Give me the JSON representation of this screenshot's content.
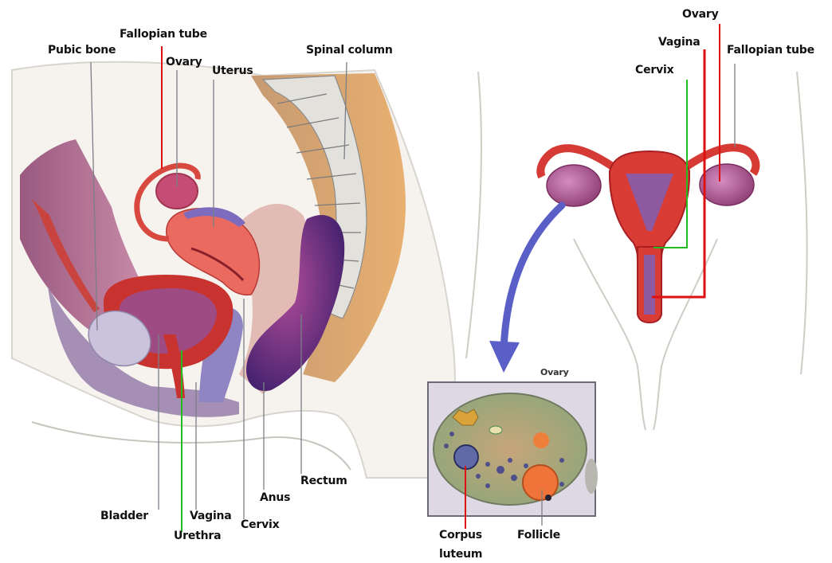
{
  "labels": {
    "pubic_bone": "Pubic bone",
    "fallopian_tube_left": "Fallopian tube",
    "ovary_left": "Ovary",
    "uterus": "Uterus",
    "spinal_column": "Spinal column",
    "bladder": "Bladder",
    "vagina_left": "Vagina",
    "urethra": "Urethra",
    "cervix_left": "Cervix",
    "anus": "Anus",
    "rectum": "Rectum",
    "ovary_right": "Ovary",
    "vagina_right": "Vagina",
    "cervix_right": "Cervix",
    "fallopian_tube_right": "Fallopian tube",
    "inset_title": "Ovary",
    "corpus_luteum_1": "Corpus",
    "corpus_luteum_2": "luteum",
    "follicle": "Follicle"
  },
  "colors": {
    "leader_red": "#dd1111",
    "leader_green": "#22bb22",
    "leader_gray": "#7a7f86",
    "arrow_blue": "#5a5fc8",
    "tissue_red": "#e04a4a",
    "ovary_purple": "#a9457e",
    "sacrum_tan": "#d9a36a",
    "inset_green": "#a7b98a"
  }
}
